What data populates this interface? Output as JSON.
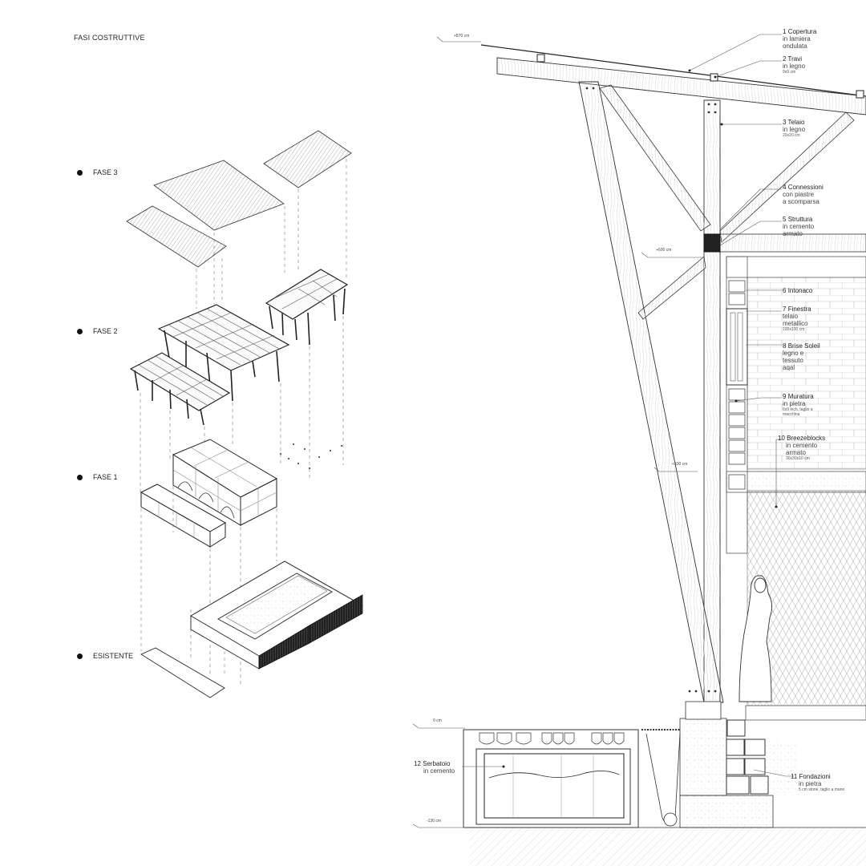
{
  "title": "FASI COSTRUTTIVE",
  "phases": [
    {
      "label": "FASE 3"
    },
    {
      "label": "FASE 2"
    },
    {
      "label": "FASE 1"
    },
    {
      "label": "ESISTENTE"
    }
  ],
  "levels": {
    "l870": "+870 cm",
    "l600": "+600 cm",
    "l330": "+330 cm",
    "l0": "0 cm",
    "lm130": "-130 cm"
  },
  "callouts": [
    {
      "number": "1",
      "name": "Copertura",
      "lines": [
        "in lamiera",
        "ondulata"
      ],
      "detail": ""
    },
    {
      "number": "2",
      "name": "Travi",
      "lines": [
        "in legno"
      ],
      "detail": "9x9 cm"
    },
    {
      "number": "3",
      "name": "Telaio",
      "lines": [
        "in legno"
      ],
      "detail": "20x20 cm"
    },
    {
      "number": "4",
      "name": "Connessioni",
      "lines": [
        "con piastre",
        "a scomparsa"
      ],
      "detail": ""
    },
    {
      "number": "5",
      "name": "Struttura",
      "lines": [
        "in cemento",
        "armato"
      ],
      "detail": ""
    },
    {
      "number": "6",
      "name": "Intonaco",
      "lines": [],
      "detail": ""
    },
    {
      "number": "7",
      "name": "Finestra",
      "lines": [
        "telaio",
        "metallico"
      ],
      "detail": "100x100 cm"
    },
    {
      "number": "8",
      "name": "Brise Soleil",
      "lines": [
        "legno e",
        "tessuto",
        "aqal"
      ],
      "detail": ""
    },
    {
      "number": "9",
      "name": "Muratura",
      "lines": [
        "in pietra"
      ],
      "detail": "6x9 inch, taglio a macchina"
    },
    {
      "number": "10",
      "name": "Breezeblocks",
      "lines": [
        "in cemento",
        "armato"
      ],
      "detail": "30x30x10 cm"
    },
    {
      "number": "11",
      "name": "Fondazioni",
      "lines": [
        "in pietra"
      ],
      "detail": "5 cm stone, taglio a mano"
    },
    {
      "number": "12",
      "name": "Serbatoio",
      "lines": [
        "in cemento"
      ],
      "detail": ""
    }
  ],
  "colors": {
    "line": "#333333",
    "fill_dark": "#111111",
    "hatch": "#9a9a9a"
  }
}
